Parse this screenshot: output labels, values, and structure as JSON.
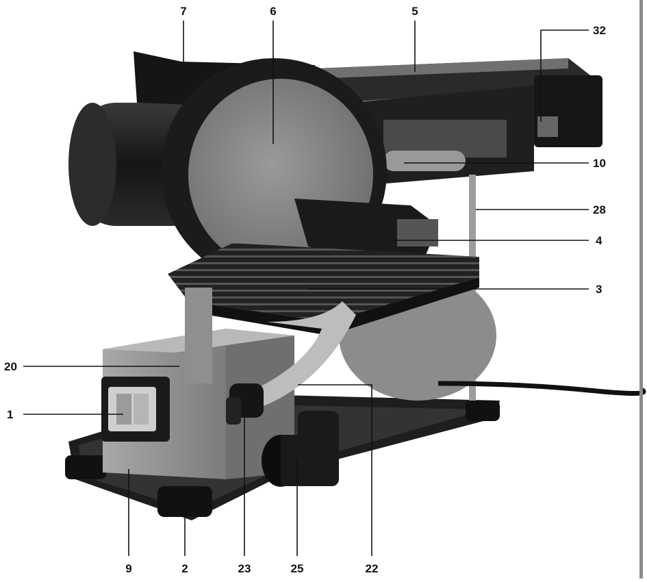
{
  "figure": {
    "subject": "belt and disc sander",
    "colors": {
      "body": "#9a9a9a",
      "dark": "#1c1c1c",
      "abrasive": "#8a8a8a",
      "metal": "#c8c8c8"
    },
    "callouts": [
      {
        "id": "c7",
        "label": "7"
      },
      {
        "id": "c6",
        "label": "6"
      },
      {
        "id": "c5",
        "label": "5"
      },
      {
        "id": "c32",
        "label": "32"
      },
      {
        "id": "c10",
        "label": "10"
      },
      {
        "id": "c28",
        "label": "28"
      },
      {
        "id": "c4",
        "label": "4"
      },
      {
        "id": "c3",
        "label": "3"
      },
      {
        "id": "c20",
        "label": "20"
      },
      {
        "id": "c1",
        "label": "1"
      },
      {
        "id": "c9",
        "label": "9"
      },
      {
        "id": "c2",
        "label": "2"
      },
      {
        "id": "c23",
        "label": "23"
      },
      {
        "id": "c25",
        "label": "25"
      },
      {
        "id": "c22",
        "label": "22"
      }
    ]
  }
}
